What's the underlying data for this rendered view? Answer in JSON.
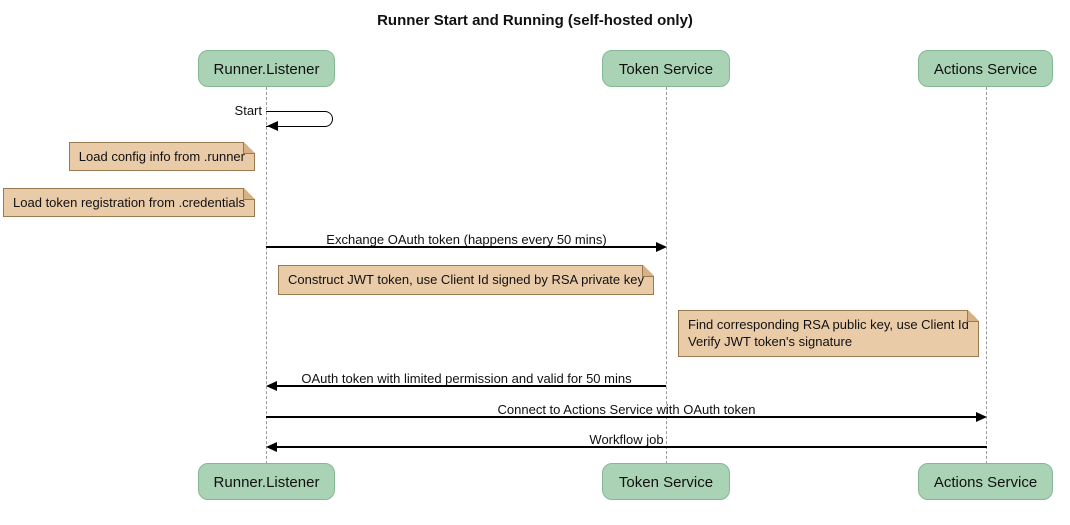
{
  "title": "Runner Start and Running (self-hosted only)",
  "participants": [
    {
      "id": "runner-listener",
      "label": "Runner.Listener"
    },
    {
      "id": "token-service",
      "label": "Token Service"
    },
    {
      "id": "actions-service",
      "label": "Actions Service"
    }
  ],
  "messages": {
    "self_start": {
      "label": "Start",
      "from": "Runner.Listener",
      "to": "Runner.Listener"
    },
    "exchange": {
      "label": "Exchange OAuth token (happens every 50 mins)",
      "from": "Runner.Listener",
      "to": "Token Service"
    },
    "oauth_return": {
      "label": "OAuth token with limited permission and valid for 50 mins",
      "from": "Token Service",
      "to": "Runner.Listener"
    },
    "connect": {
      "label": "Connect to Actions Service with OAuth token",
      "from": "Runner.Listener",
      "to": "Actions Service"
    },
    "workflow": {
      "label": "Workflow job",
      "from": "Actions Service",
      "to": "Runner.Listener"
    }
  },
  "notes": [
    {
      "lines": [
        "Load config info from .runner"
      ]
    },
    {
      "lines": [
        "Load token registration from .credentials"
      ]
    },
    {
      "lines": [
        "Construct JWT token, use Client Id signed by RSA private key"
      ]
    },
    {
      "lines": [
        "Find corresponding RSA public key, use Client Id",
        "Verify JWT token's signature"
      ]
    }
  ],
  "colors": {
    "participant_fill": "#a9d3b4",
    "participant_border": "#86b795",
    "note_fill": "#eacba8",
    "note_border": "#997950",
    "note_fold": "#d8b086",
    "lifeline": "#999999",
    "arrow": "#000000",
    "background": "#ffffff"
  }
}
